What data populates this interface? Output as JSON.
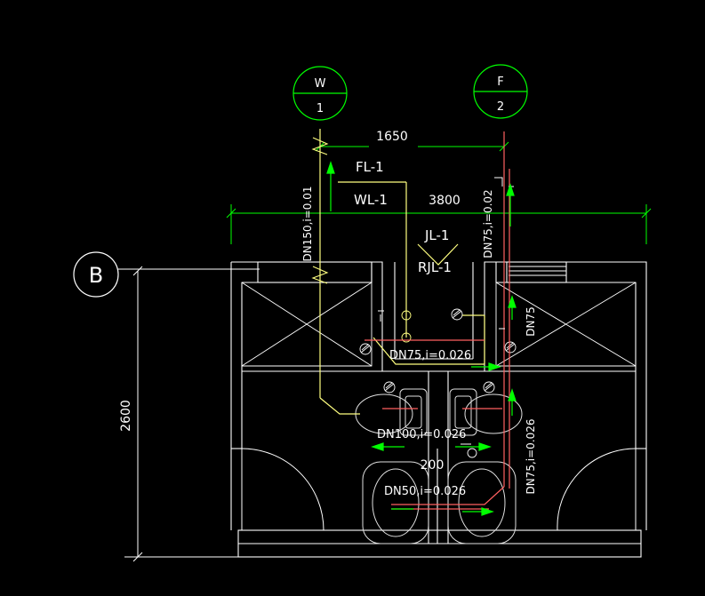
{
  "colors": {
    "background": "#000000",
    "wall": "#ffffff",
    "dimension": "#00ff00",
    "pipe_drain": "#ffff80",
    "pipe_supply": "#ff6060",
    "text": "#ffffff",
    "grid_bubble": "#00ff00",
    "fixture": "#e0e0e0"
  },
  "bubbles": {
    "w": {
      "top": "W",
      "bottom": "1"
    },
    "f": {
      "top": "F",
      "bottom": "2"
    }
  },
  "axis": {
    "b": "B"
  },
  "dimensions": {
    "top": "1650",
    "overall": "3800",
    "height": "2600",
    "gap": "200"
  },
  "risers": {
    "fl": "FL-1",
    "wl": "WL-1",
    "jl": "JL-1",
    "rjl": "RJL-1"
  },
  "pipe_labels": {
    "dn150": "DN150,i=0.01",
    "dn75_vertical_top": "DN75,i=0.02",
    "dn75_right": "DN75",
    "dn75_middle": "DN75,i=0.026",
    "dn100": "DN100,i=0.026",
    "dn75_vertical_right": "DN75,i=0.026",
    "dn50": "DN50,i=0.026"
  }
}
